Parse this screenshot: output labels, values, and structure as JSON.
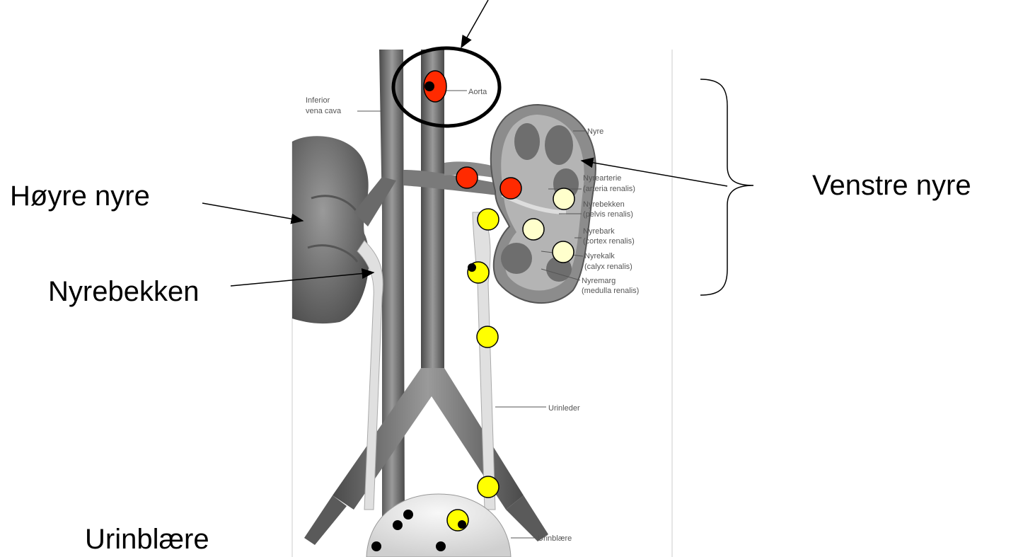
{
  "labels": {
    "right_kidney": "Høyre nyre",
    "left_kidney": "Venstre nyre",
    "pelvis": "Nyrebekken",
    "bladder": "Urinblære"
  },
  "figure_labels": {
    "ivc_1": "Inferior",
    "ivc_2": "vena cava",
    "aorta": "Aorta",
    "nyre": "Nyre",
    "artery_1": "Nyrearterie",
    "artery_2": "(arteria renalis)",
    "pelvis_1": "Nyrebekken",
    "pelvis_2": "(pelvis renalis)",
    "cortex_1": "Nyrebark",
    "cortex_2": "(cortex renalis)",
    "calyx_1": "Nyrekalk",
    "calyx_2": "(calyx renalis)",
    "medulla_1": "Nyremarg",
    "medulla_2": "(medulla renalis)",
    "ureter": "Urinleder",
    "bladder": "Urinblære"
  },
  "colors": {
    "red_marker": "#ff2a00",
    "yellow_marker": "#ffff00",
    "cream_marker": "#ffffcc",
    "vessel": "#6e6e6e",
    "kidney": "#7a7a7a",
    "ureter": "#dcdcdc",
    "bladder": "#ececec"
  }
}
